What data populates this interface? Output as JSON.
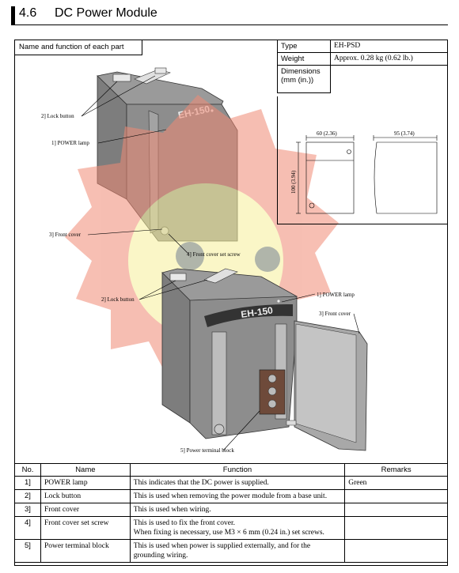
{
  "header": {
    "section_number": "4.6",
    "title": "DC Power Module"
  },
  "figure": {
    "name_function_label": "Name and function of each part",
    "callouts": {
      "top_lock_button": "2] Lock button",
      "top_power_lamp": "1] POWER lamp",
      "top_front_cover": "3] Front cover",
      "front_cover_set_screw": "4] Front cover set screw",
      "bottom_lock_button": "2] Lock button",
      "bottom_power_lamp": "1] POWER lamp",
      "bottom_front_cover": "3] Front cover",
      "power_terminal_block": "5] Power terminal block"
    },
    "module_marking": "EH-150"
  },
  "spec": {
    "rows": [
      {
        "label": "Type",
        "value": "EH-PSD"
      },
      {
        "label": "Weight",
        "value": "Approx. 0.28 kg (0.62 lb.)"
      },
      {
        "label": "Dimensions\n(mm (in.))",
        "value": ""
      }
    ],
    "dimensions": {
      "width": "60 (2.36)",
      "depth": "95 (3.74)",
      "height": "100 (3.94)"
    }
  },
  "parts_table": {
    "headers": [
      "No.",
      "Name",
      "Function",
      "Remarks"
    ],
    "rows": [
      {
        "no": "1]",
        "name": "POWER lamp",
        "function": [
          "This indicates that the DC power is supplied."
        ],
        "remarks": "Green"
      },
      {
        "no": "2]",
        "name": "Lock button",
        "function": [
          "This is used when removing the power module from a base unit."
        ],
        "remarks": ""
      },
      {
        "no": "3]",
        "name": "Front cover",
        "function": [
          "This is used when wiring."
        ],
        "remarks": ""
      },
      {
        "no": "4]",
        "name": "Front cover set screw",
        "function": [
          "This is used to fix the front cover.",
          "When fixing is necessary, use M3 × 6 mm (0.24 in.) set screws."
        ],
        "remarks": ""
      },
      {
        "no": "5]",
        "name": "Power terminal block",
        "function": [
          "This is used when power is supplied externally, and for the",
          "grounding wiring."
        ],
        "remarks": ""
      }
    ]
  },
  "colors": {
    "module_gray": "#8f8f8f",
    "overlay_red": "#f08a74",
    "overlay_yellow": "#f6ef9a",
    "marker_gray": "#7f8a96"
  }
}
